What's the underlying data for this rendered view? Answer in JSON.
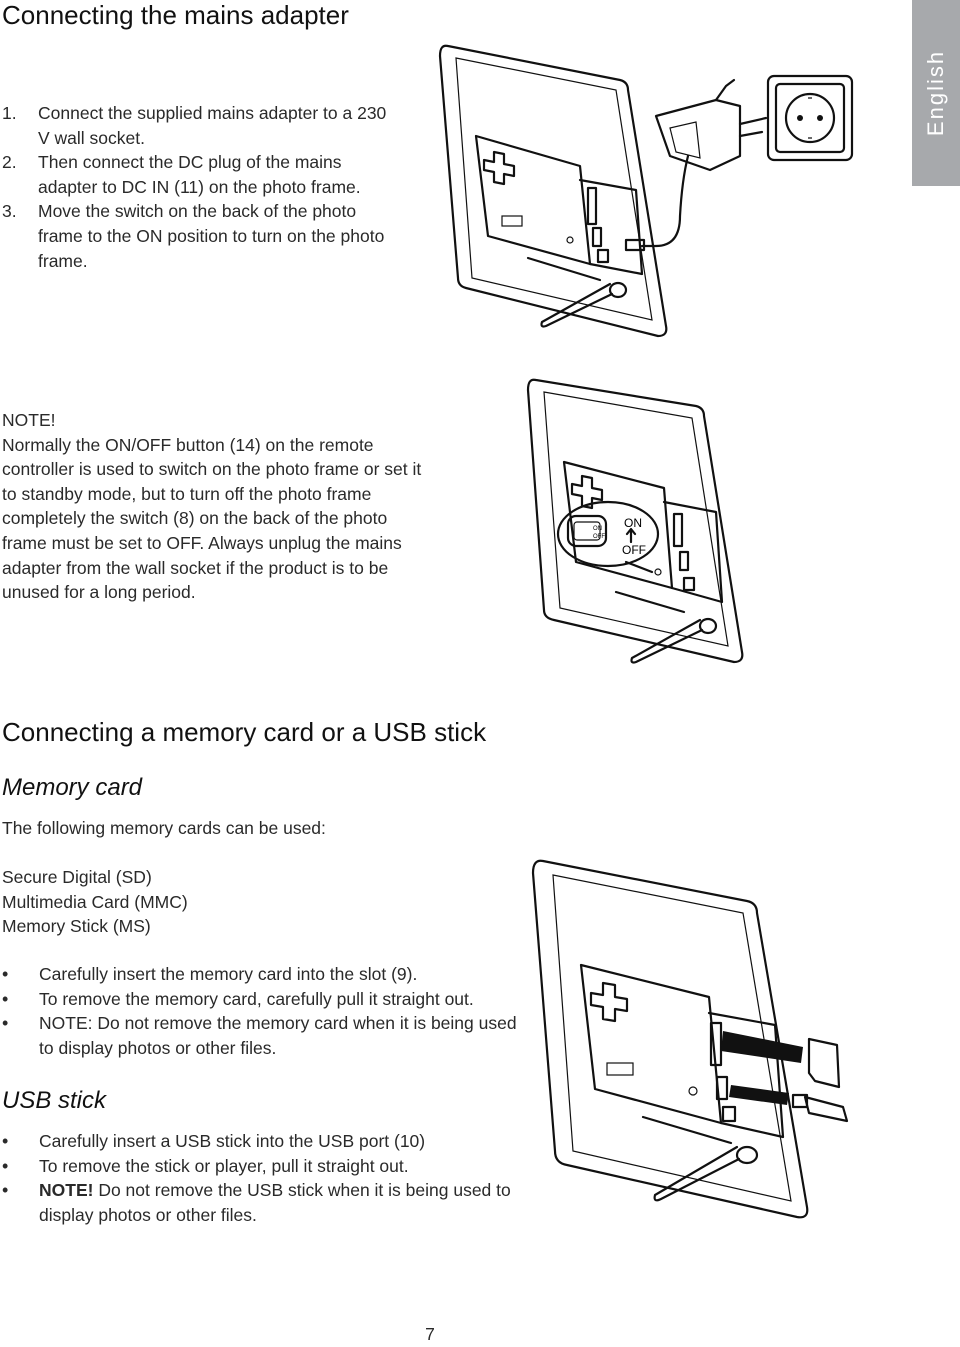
{
  "lang_tab": "English",
  "page_number": "7",
  "section1": {
    "title": "Connecting the mains adapter",
    "steps": [
      {
        "num": "1.",
        "text": "Connect the supplied mains adapter to a 230 V wall socket."
      },
      {
        "num": "2.",
        "text": "Then connect the DC plug of the mains adapter to DC IN (11) on the photo frame."
      },
      {
        "num": "3.",
        "text": "Move the switch on the back of the photo frame to the ON position to turn on the photo frame."
      }
    ],
    "note_title": "NOTE!",
    "note_text": "Normally the ON/OFF button (14) on the remote controller is used to switch on the photo frame or set it to standby mode, but to turn off the photo frame completely the switch (8) on the back of the photo frame must be set to OFF. Always unplug the mains adapter from the wall socket if the product is to be unused for a long period.",
    "switch_on": "ON",
    "switch_off": "OFF",
    "switch_small_on": "ON",
    "switch_small_off": "OFF"
  },
  "section2": {
    "title": "Connecting a memory card or a USB stick",
    "memory": {
      "subtitle": "Memory card",
      "intro": "The following memory cards can be used:",
      "cards": [
        "Secure Digital (SD)",
        "Multimedia Card (MMC)",
        "Memory Stick (MS)"
      ],
      "bullets": [
        "Carefully insert the memory card into the slot (9).",
        "To remove the memory card, carefully pull it straight out.",
        "NOTE: Do not remove the memory card when it is being used to display photos or other files."
      ]
    },
    "usb": {
      "subtitle": "USB stick",
      "bullet1": "Carefully insert a USB stick into the USB port (10)",
      "bullet2": "To remove the stick or player, pull it straight out.",
      "bullet3_bold": "NOTE!",
      "bullet3_rest": " Do not remove the USB stick when it is being used to display photos or other files."
    }
  }
}
